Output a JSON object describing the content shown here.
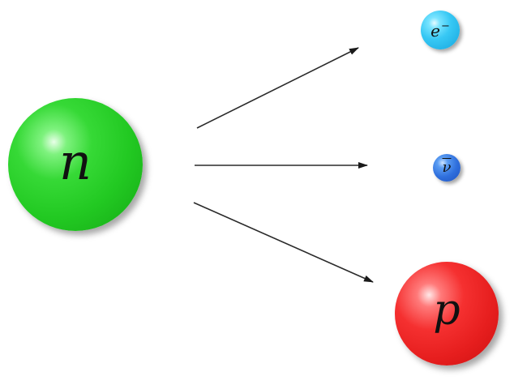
{
  "diagram": {
    "title": "",
    "particles": {
      "neutron": {
        "symbol": "n",
        "color": "#22c922"
      },
      "electron": {
        "symbol": "e",
        "superscript": "−",
        "color": "#37c8f4"
      },
      "antineutrino": {
        "symbol": "ν",
        "overline": true,
        "color": "#2f6fdd"
      },
      "proton": {
        "symbol": "p",
        "color": "#e61e1e"
      }
    },
    "arrows": [
      {
        "from": "neutron",
        "to": "electron",
        "color": "#222222"
      },
      {
        "from": "neutron",
        "to": "antineutrino",
        "color": "#222222"
      },
      {
        "from": "neutron",
        "to": "proton",
        "color": "#222222"
      }
    ]
  }
}
